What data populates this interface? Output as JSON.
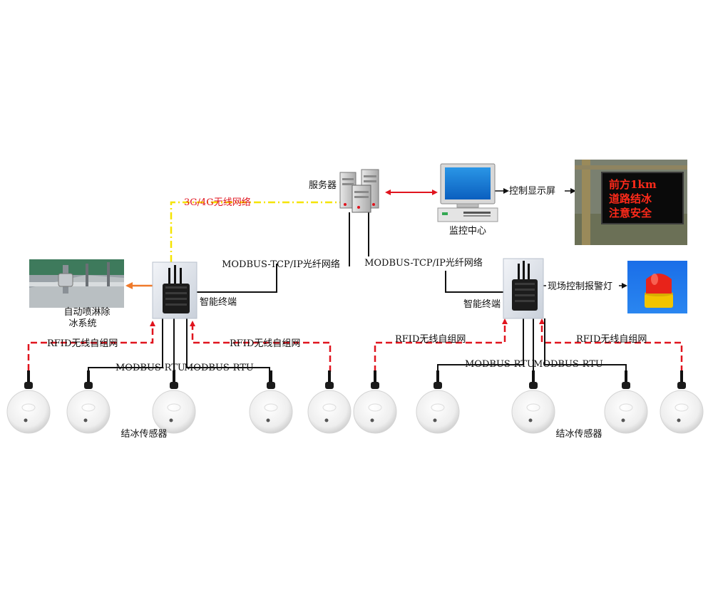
{
  "labels": {
    "server": "服务器",
    "wireless": "3G/4G无线网络",
    "display": "控制显示屏",
    "monitor_center": "监控中心",
    "modbus_tcp_left": "MODBUS-TCP/IP光纤网络",
    "modbus_tcp_right": "MODBUS-TCP/IP光纤网络",
    "terminal_left": "智能终端",
    "terminal_right": "智能终端",
    "spray_line1": "自动喷淋除",
    "spray_line2": "冰系统",
    "alarm_light": "现场控制报警灯",
    "rfid_1": "RFID无线自组网",
    "rfid_2": "RFID无线自组网",
    "rfid_3": "RFID无线自组网",
    "rfid_4": "RFID无线自组网",
    "rtu_1": "MODBUS-RTU",
    "rtu_2": "MODBUS-RTU",
    "rtu_3": "MODBUS-RTU",
    "rtu_4": "MODBUS-RTU",
    "sensor_left": "结冰传感器",
    "sensor_right": "结冰传感器"
  },
  "sign": {
    "line1": "前方1km",
    "line2": "道路结冰",
    "line3": "注意安全"
  },
  "colors": {
    "red_line": "#e0141e",
    "wireless_line": "#f5e400",
    "wire": "#111111",
    "spray_arrow": "#ef7a2b",
    "sign_text": "#ff2a1a"
  },
  "icons": {
    "server": "server-rack-icon",
    "computer": "desktop-computer-icon",
    "terminal": "wireless-terminal-icon",
    "sensor": "ice-sensor-icon",
    "alarm": "alarm-beacon-icon",
    "spray": "spray-system-photo-icon",
    "display_board": "led-sign-board-icon"
  }
}
